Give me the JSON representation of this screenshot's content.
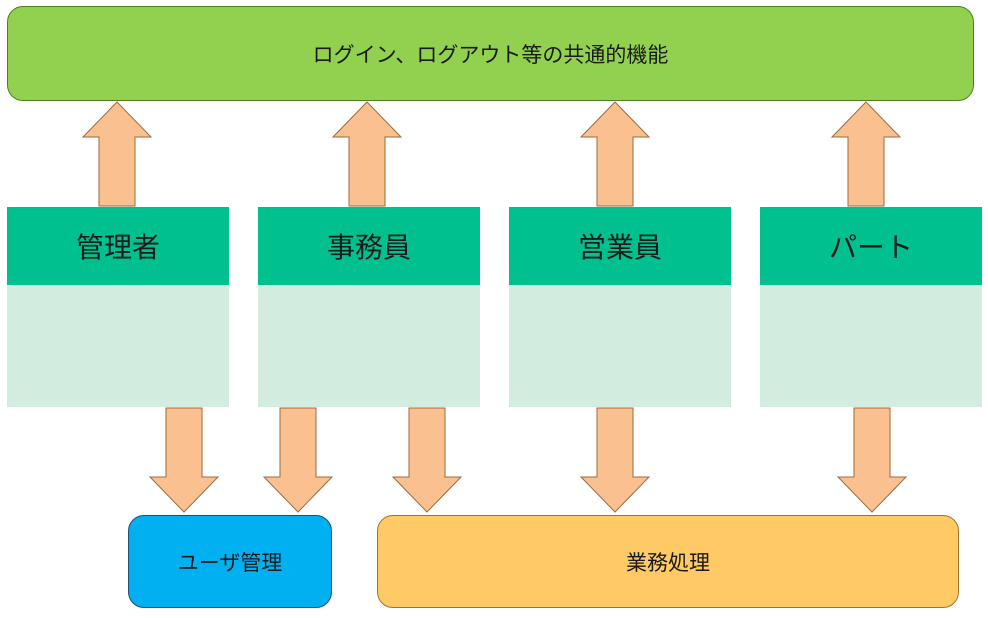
{
  "common": {
    "label": "ログイン、ログアウト等の共通的機能"
  },
  "roles": [
    {
      "label": "管理者"
    },
    {
      "label": "事務員"
    },
    {
      "label": "営業員"
    },
    {
      "label": "パート"
    }
  ],
  "user_management": {
    "label": "ユーザ管理"
  },
  "business_processing": {
    "label": "業務処理"
  },
  "colors": {
    "common_fill": "#92d050",
    "role_header": "#00c08f",
    "role_body": "#d2ede0",
    "user_mgmt_fill": "#00b0f0",
    "business_fill": "#ffc965",
    "arrow_fill": "#fac090",
    "arrow_stroke": "#9c6a3c"
  }
}
